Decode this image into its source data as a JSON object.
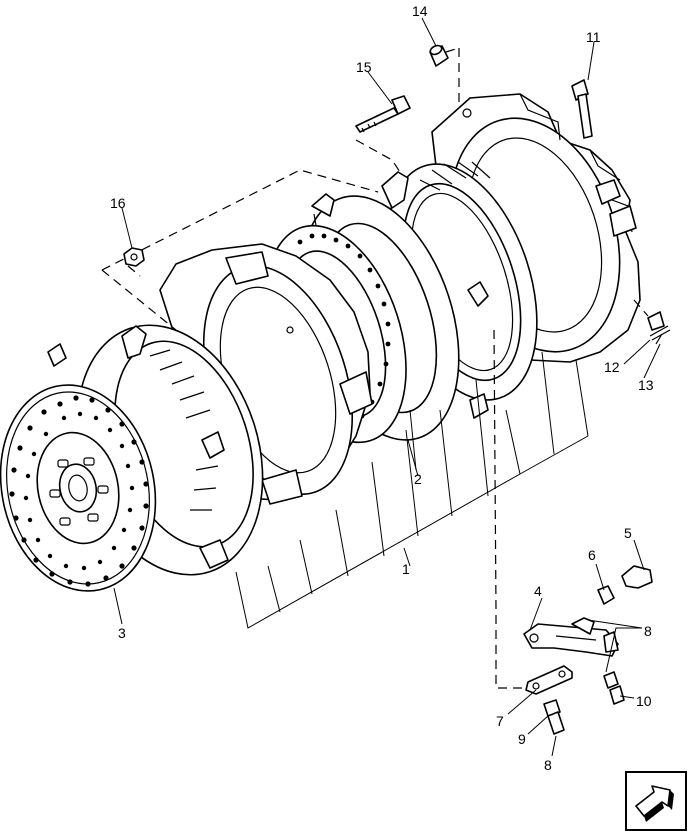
{
  "diagram": {
    "callouts": {
      "c1": "1",
      "c2": "2",
      "c3": "3",
      "c4": "4",
      "c5": "5",
      "c6": "6",
      "c7": "7",
      "c8a": "8",
      "c8b": "8",
      "c9": "9",
      "c10": "10",
      "c11": "11",
      "c12": "12",
      "c13": "13",
      "c14": "14",
      "c15": "15",
      "c16": "16"
    },
    "nav_icon": "arrow-icon"
  }
}
